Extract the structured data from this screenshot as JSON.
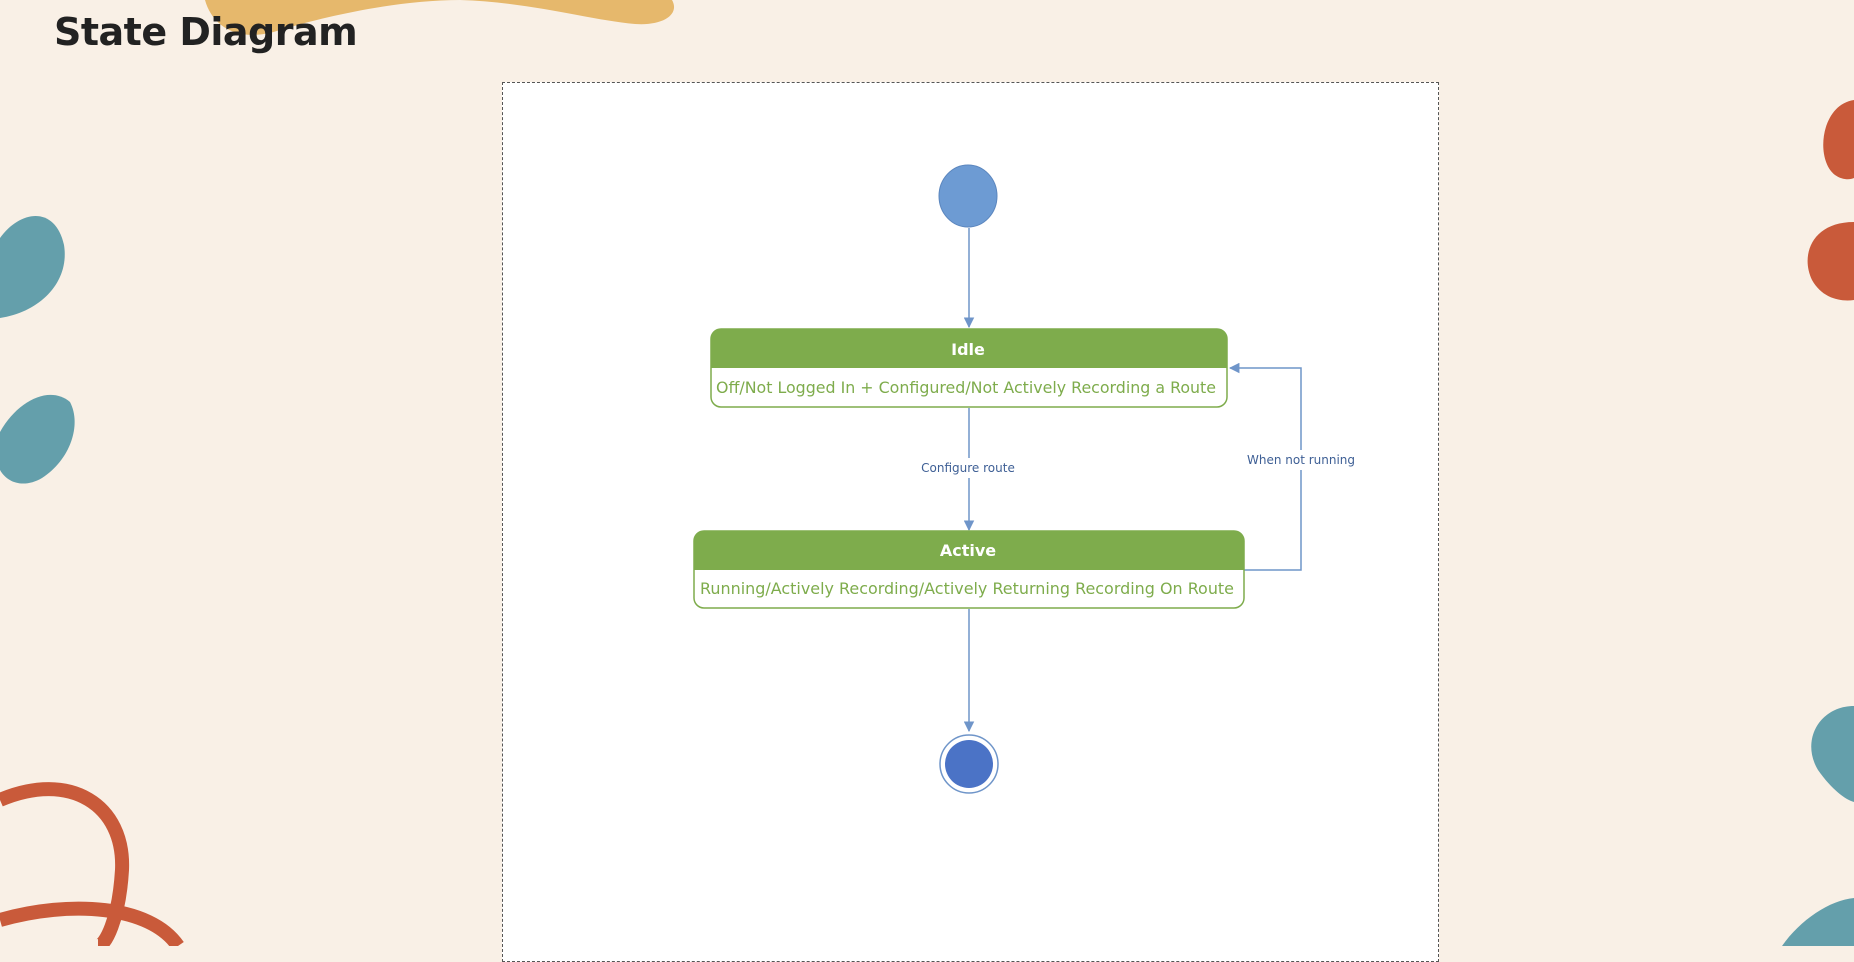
{
  "slide": {
    "title": "State Diagram"
  },
  "colors": {
    "background": "#f9f0e6",
    "state_header": "#7eac4c",
    "state_text": "#7eac4c",
    "initial_node": "#6d9bd3",
    "final_node": "#4b73c6",
    "edge": "#6f95c9",
    "edge_label": "#3e5f95",
    "deco_teal": "#649fab",
    "deco_orange": "#c95a3a",
    "deco_yellow": "#e6b86c"
  },
  "diagram": {
    "nodes": {
      "initial": {
        "kind": "initial-state"
      },
      "idle": {
        "name": "Idle",
        "description": "Off/Not Logged In + Configured/Not Actively Recording a Route"
      },
      "active": {
        "name": "Active",
        "description": "Running/Actively Recording/Actively Returning Recording On Route"
      },
      "final": {
        "kind": "final-state"
      }
    },
    "transitions": [
      {
        "from": "initial",
        "to": "idle",
        "label": ""
      },
      {
        "from": "idle",
        "to": "active",
        "label": "Configure route"
      },
      {
        "from": "active",
        "to": "idle",
        "label": "When not running"
      },
      {
        "from": "active",
        "to": "final",
        "label": ""
      }
    ]
  }
}
